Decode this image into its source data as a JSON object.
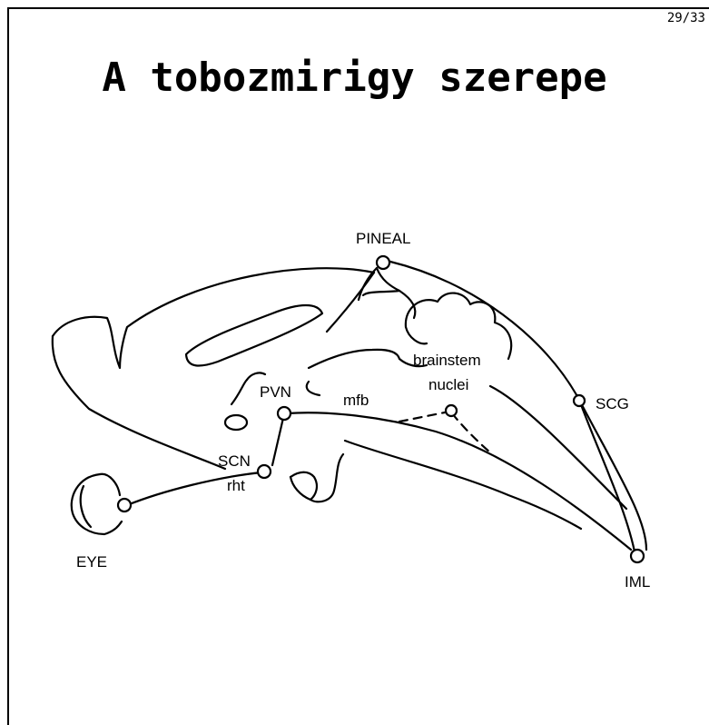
{
  "slide": {
    "page_number": "29/33",
    "title": "A tobozmirigy szerepe"
  },
  "diagram": {
    "labels": {
      "pineal": "PINEAL",
      "brainstem": "brainstem",
      "nuclei": "nuclei",
      "pvn": "PVN",
      "mfb": "mfb",
      "scg": "SCG",
      "scn": "SCN",
      "rht": "rht",
      "eye": "EYE",
      "iml": "IML"
    }
  }
}
